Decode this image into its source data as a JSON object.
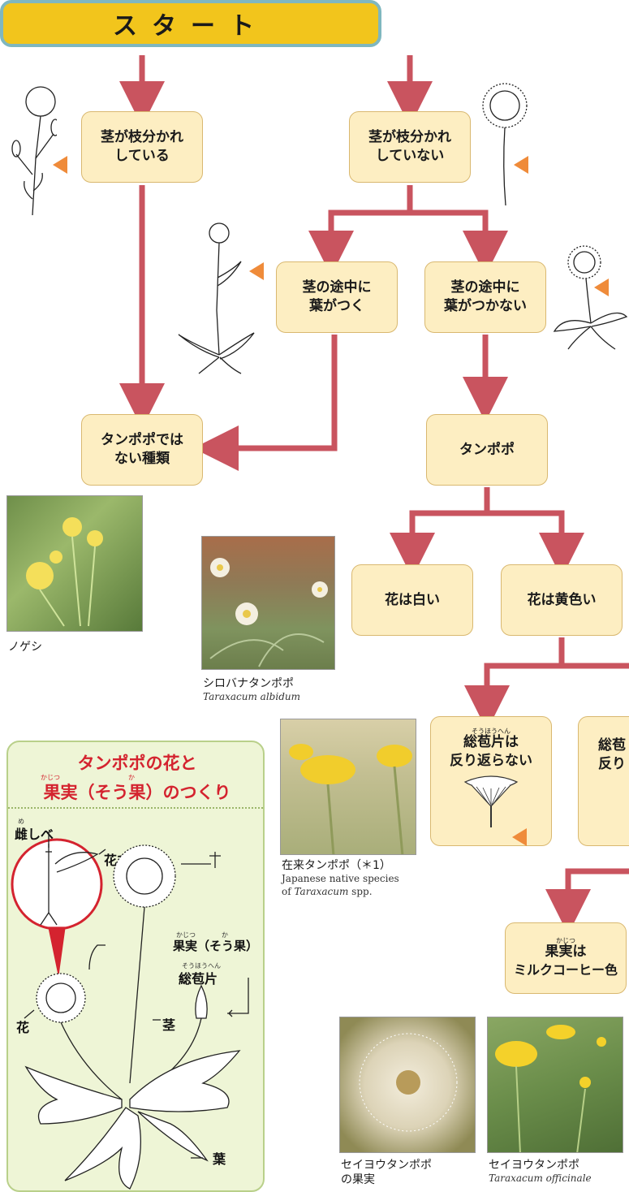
{
  "start": {
    "label": "スタート"
  },
  "boxes": {
    "branched": {
      "line1": "茎が枝分かれ",
      "line2": "している"
    },
    "not_branched": {
      "line1": "茎が枝分かれ",
      "line2": "していない"
    },
    "leaves_on_stem": {
      "line1": "茎の途中に",
      "line2": "葉がつく"
    },
    "no_leaves_on_stem": {
      "line1": "茎の途中に",
      "line2": "葉がつかない"
    },
    "not_dandelion": {
      "line1": "タンポポでは",
      "line2": "ない種類"
    },
    "dandelion": {
      "line1": "タンポポ"
    },
    "white": {
      "line1": "花は白い"
    },
    "yellow": {
      "line1": "花は黄色い"
    },
    "bracts_not_reflexed": {
      "ruby": "そうほうへん",
      "line1": "総苞片は",
      "line2": "反り返らない"
    },
    "bracts_reflexed_partial": {
      "line1": "総苞",
      "line2": "反り"
    },
    "fruit_milk_coffee": {
      "ruby": "かじつ",
      "line1": "果実は",
      "line2": "ミルクコーヒー色"
    }
  },
  "photos": {
    "nogeshi": {
      "caption": "ノゲシ"
    },
    "shirobana": {
      "caption": "シロバナタンポポ",
      "sci": "Taraxacum albidum"
    },
    "zairai": {
      "caption": "在来タンポポ（＊1）",
      "sci_line1": "Japanese native species",
      "sci_line2_prefix": "of ",
      "sci_line2_italic": "Taraxacum",
      "sci_line2_suffix": " spp."
    },
    "seiyou_fruit": {
      "line1": "セイヨウタンポポ",
      "line2": "の果実"
    },
    "seiyou": {
      "caption": "セイヨウタンポポ",
      "sci": "Taraxacum officinale"
    }
  },
  "panel": {
    "title_line1": "タンポポの花と",
    "title_line2": "果実（そう果）のつくり",
    "title_ruby1": "かじつ",
    "title_ruby2": "か",
    "labels": {
      "pistil": "雌しべ",
      "pistil_ruby": "め",
      "petal": "花びら",
      "fruit": "果実（そう果）",
      "fruit_ruby": "かじつ　　　　か",
      "bracts": "総苞片",
      "bracts_ruby": "そうほうへん",
      "flower": "花",
      "stem": "茎",
      "leaf": "葉"
    }
  },
  "colors": {
    "arrow": "#c9545f",
    "box_fill": "#fdeec2",
    "start_fill": "#f2c51c",
    "start_border": "#7fb7bf",
    "pointer": "#ef8b3a",
    "panel_fill": "#eef5d6",
    "panel_title": "#d4232f"
  }
}
